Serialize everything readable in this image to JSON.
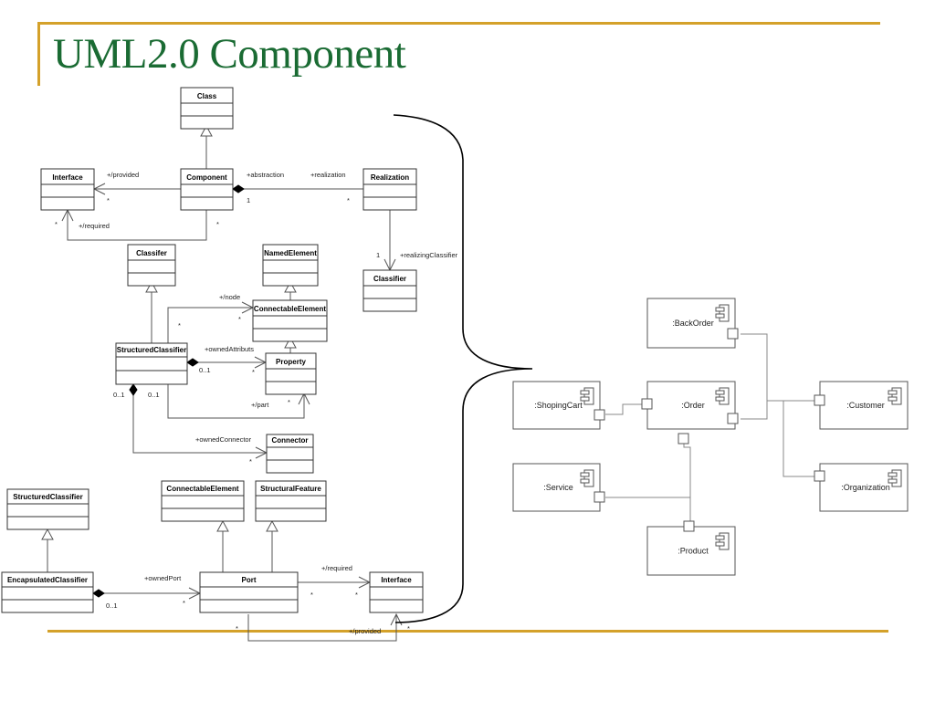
{
  "slide": {
    "title": "UML2.0 Component",
    "accent_color": "#d4a12a",
    "title_color": "#1a6b33"
  },
  "metamodel": {
    "classes": [
      {
        "id": "class",
        "name": "Class"
      },
      {
        "id": "interface-top",
        "name": "Interface"
      },
      {
        "id": "component",
        "name": "Component"
      },
      {
        "id": "realization",
        "name": "Realization"
      },
      {
        "id": "classifier-r",
        "name": "Classifier"
      },
      {
        "id": "classifer",
        "name": "Classifer"
      },
      {
        "id": "namedelement",
        "name": "NamedElement"
      },
      {
        "id": "connectable-mid",
        "name": "ConnectableElement"
      },
      {
        "id": "structured-mid",
        "name": "StructuredClassifier"
      },
      {
        "id": "property",
        "name": "Property"
      },
      {
        "id": "connector",
        "name": "Connector"
      },
      {
        "id": "structured-bot",
        "name": "StructuredClassifier"
      },
      {
        "id": "encapsulated",
        "name": "EncapsulatedClassifier"
      },
      {
        "id": "connectable-bot",
        "name": "ConnectableElement"
      },
      {
        "id": "structuralfeature",
        "name": "StructuralFeature"
      },
      {
        "id": "port",
        "name": "Port"
      },
      {
        "id": "interface-bot",
        "name": "Interface"
      }
    ],
    "labels": {
      "provided_top": "+/provided",
      "provided_top_mult": "*",
      "required_top": "+/required",
      "required_top_mult_left": "*",
      "required_top_mult_right": "*",
      "abstraction": "+abstraction",
      "abstraction_mult": "1",
      "realization": "+realization",
      "realization_mult": "*",
      "realizing_classifier": "+realizingClassifier",
      "realizing_classifier_mult": "1",
      "node": "+/node",
      "node_mult_left": "*",
      "node_mult_right": "*",
      "owned_attributs": "+ownedAttributs",
      "owned_attributs_mult_left": "0..1",
      "owned_attributs_mult_right": "*",
      "part": "+/part",
      "part_mult_left": "0..1",
      "part_mult_right": "*",
      "owned_connector": "+ownedConnector",
      "owned_connector_mult_left": "0..1",
      "owned_connector_mult_right": "*",
      "owned_port": "+ownedPort",
      "owned_port_mult_left": "0..1",
      "owned_port_mult_right": "*",
      "required_bot": "+/required",
      "required_bot_mult_left": "*",
      "required_bot_mult_right": "*",
      "provided_bot": "+/provided",
      "provided_bot_mult_left": "*",
      "provided_bot_mult_right": "*"
    }
  },
  "components": [
    {
      "id": "backorder",
      "name": ":BackOrder"
    },
    {
      "id": "shopingcart",
      "name": ":ShopingCart"
    },
    {
      "id": "order",
      "name": ":Order"
    },
    {
      "id": "customer",
      "name": ":Customer"
    },
    {
      "id": "service",
      "name": ":Service"
    },
    {
      "id": "organization",
      "name": ":Organization"
    },
    {
      "id": "product",
      "name": ":Product"
    }
  ]
}
